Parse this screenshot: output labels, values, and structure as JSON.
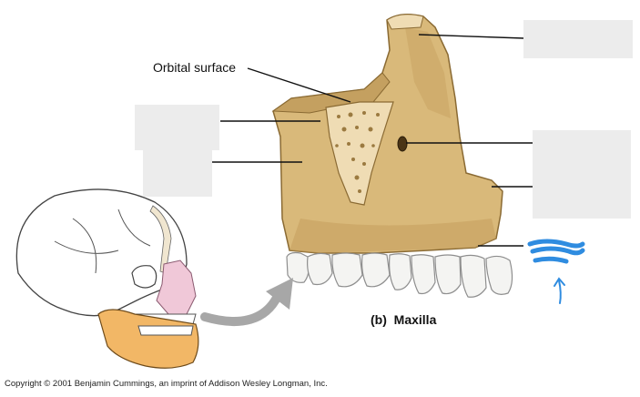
{
  "figure": {
    "caption_part": "(b)",
    "caption_title": "Maxilla",
    "labels": {
      "orbital_surface": "Orbital surface"
    },
    "copyright": "Copyright © 2001 Benjamin Cummings, an imprint of Addison Wesley Longman, Inc."
  },
  "colors": {
    "bone": "#d9b97a",
    "bone_shadow": "#b8924d",
    "tooth": "#f4f4f2",
    "mandible": "#f2b766",
    "highlight_pink": "#f0c8d8",
    "arrow_gray": "#a7a7a7",
    "annotation_blue": "#2f8ce0",
    "blank_box": "#ececec"
  }
}
